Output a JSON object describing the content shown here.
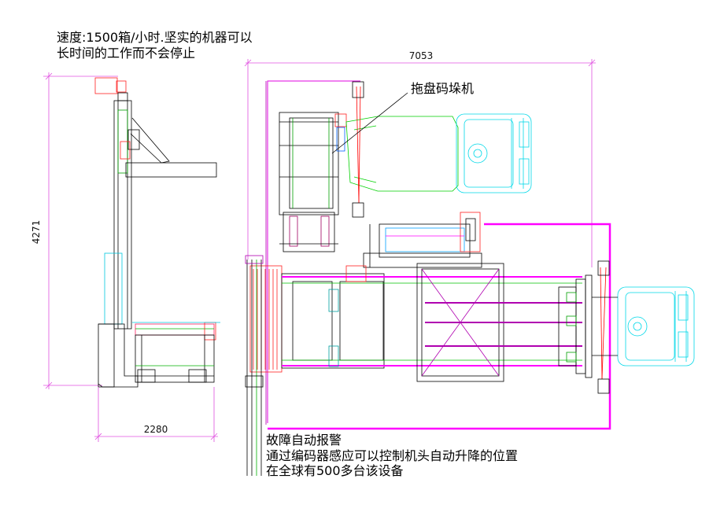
{
  "notes": {
    "speed_line1": "速度:1500箱/小时.坚实的机器可以",
    "speed_line2": "长时间的工作而不会停止",
    "callout": "拖盘码垛机",
    "bottom_line1": "故障自动报警",
    "bottom_line2": "通过编码器感应可以控制机头自动升降的位置",
    "bottom_line3": "在全球有500多台该设备"
  },
  "dimensions": {
    "overall_width": "7053",
    "height": "4271",
    "side_width": "2280"
  },
  "colors": {
    "outline": "#000000",
    "magenta": "#ff00ff",
    "red": "#ff0000",
    "green": "#00c000",
    "cyan": "#00e0ff",
    "purple": "#8000a0",
    "gray": "#808080"
  }
}
